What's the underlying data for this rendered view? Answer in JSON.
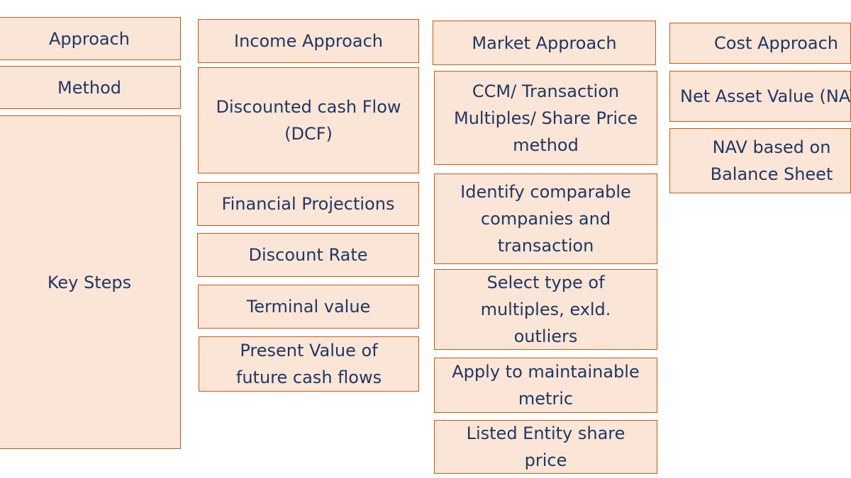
{
  "rows": {
    "approach": "Approach",
    "method": "Method",
    "key_steps": "Key Steps"
  },
  "income": {
    "approach": "Income Approach",
    "method": "Discounted cash Flow\n(DCF)",
    "steps": [
      "Financial Projections",
      "Discount Rate",
      "Terminal value",
      "Present Value of\nfuture cash flows"
    ]
  },
  "market": {
    "approach": "Market Approach",
    "method": "CCM/ Transaction\nMultiples/ Share Price\nmethod",
    "steps": [
      "Identify comparable\ncompanies and\ntransaction",
      "Select type of\nmultiples, exld.\noutliers",
      "Apply to maintainable\nmetric",
      "Listed Entity share\nprice"
    ]
  },
  "cost": {
    "approach": "Cost Approach",
    "method": "Net Asset Value (NAV)",
    "steps": [
      "NAV based on\nBalance Sheet"
    ]
  },
  "colors": {
    "box_fill": "#fbe5d6",
    "box_border": "#c55a11",
    "text": "#1f3864"
  }
}
